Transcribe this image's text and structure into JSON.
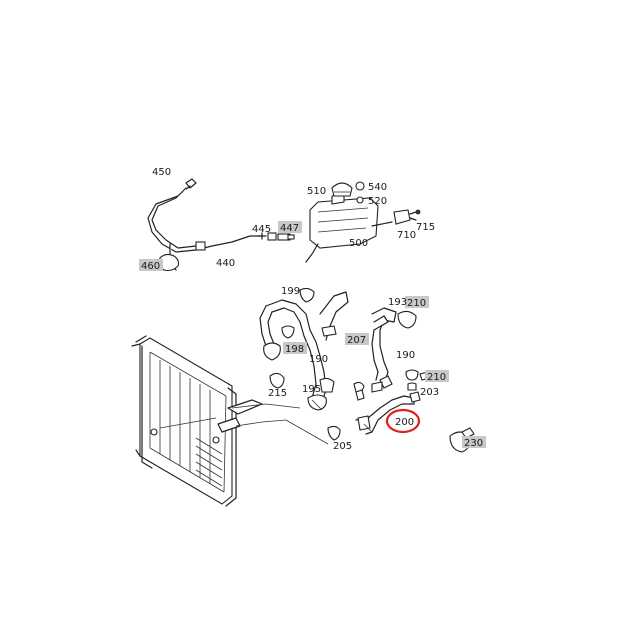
{
  "parts": [
    {
      "id": "p450",
      "label": "450",
      "boxed": false
    },
    {
      "id": "p445",
      "label": "445",
      "boxed": false
    },
    {
      "id": "p447",
      "label": "447",
      "boxed": true
    },
    {
      "id": "p460",
      "label": "460",
      "boxed": true
    },
    {
      "id": "p440",
      "label": "440",
      "boxed": false
    },
    {
      "id": "p510",
      "label": "510",
      "boxed": false
    },
    {
      "id": "p540",
      "label": "540",
      "boxed": false
    },
    {
      "id": "p520",
      "label": "520",
      "boxed": false
    },
    {
      "id": "p500",
      "label": "500",
      "boxed": false
    },
    {
      "id": "p710",
      "label": "710",
      "boxed": false
    },
    {
      "id": "p715",
      "label": "715",
      "boxed": false
    },
    {
      "id": "p199",
      "label": "199",
      "boxed": false
    },
    {
      "id": "p198",
      "label": "198",
      "boxed": true
    },
    {
      "id": "p190a",
      "label": "190",
      "boxed": false
    },
    {
      "id": "p207",
      "label": "207",
      "boxed": true
    },
    {
      "id": "p193",
      "label": "193",
      "boxed": false
    },
    {
      "id": "p210a",
      "label": "210",
      "boxed": true
    },
    {
      "id": "p190b",
      "label": "190",
      "boxed": false
    },
    {
      "id": "p210b",
      "label": "210",
      "boxed": true
    },
    {
      "id": "p203",
      "label": "203",
      "boxed": false
    },
    {
      "id": "p215",
      "label": "215",
      "boxed": false
    },
    {
      "id": "p195",
      "label": "195",
      "boxed": false
    },
    {
      "id": "p205",
      "label": "205",
      "boxed": false
    },
    {
      "id": "p200",
      "label": "200",
      "boxed": false,
      "highlighted": true
    },
    {
      "id": "p230",
      "label": "230",
      "boxed": true
    }
  ],
  "highlight_color": "#e0201b"
}
